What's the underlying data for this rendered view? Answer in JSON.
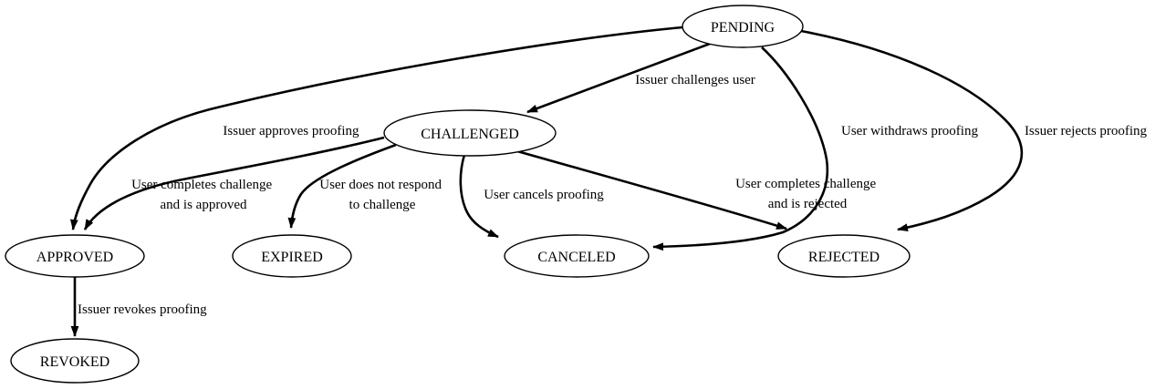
{
  "diagram": {
    "type": "state-machine",
    "background_color": "#ffffff",
    "line_color": "#000000",
    "text_color": "#000000",
    "nodes": {
      "pending": {
        "label": "PENDING"
      },
      "challenged": {
        "label": "CHALLENGED"
      },
      "approved": {
        "label": "APPROVED"
      },
      "expired": {
        "label": "EXPIRED"
      },
      "canceled": {
        "label": "CANCELED"
      },
      "rejected": {
        "label": "REJECTED"
      },
      "revoked": {
        "label": "REVOKED"
      }
    },
    "edges": {
      "pending_challenged": {
        "from": "PENDING",
        "to": "CHALLENGED",
        "label": [
          "Issuer challenges user"
        ]
      },
      "pending_approved": {
        "from": "PENDING",
        "to": "APPROVED",
        "label": [
          "Issuer approves proofing"
        ]
      },
      "pending_canceled": {
        "from": "PENDING",
        "to": "CANCELED",
        "label": [
          "User withdraws proofing"
        ]
      },
      "pending_rejected": {
        "from": "PENDING",
        "to": "REJECTED",
        "label": [
          "Issuer rejects proofing"
        ]
      },
      "challenged_approved": {
        "from": "CHALLENGED",
        "to": "APPROVED",
        "label": [
          "User completes challenge",
          "and is approved"
        ]
      },
      "challenged_expired": {
        "from": "CHALLENGED",
        "to": "EXPIRED",
        "label": [
          "User does not respond",
          "to challenge"
        ]
      },
      "challenged_canceled": {
        "from": "CHALLENGED",
        "to": "CANCELED",
        "label": [
          "User cancels proofing"
        ]
      },
      "challenged_rejected": {
        "from": "CHALLENGED",
        "to": "REJECTED",
        "label": [
          "User completes challenge",
          "and is rejected"
        ]
      },
      "approved_revoked": {
        "from": "APPROVED",
        "to": "REVOKED",
        "label": [
          "Issuer revokes proofing"
        ]
      }
    }
  }
}
